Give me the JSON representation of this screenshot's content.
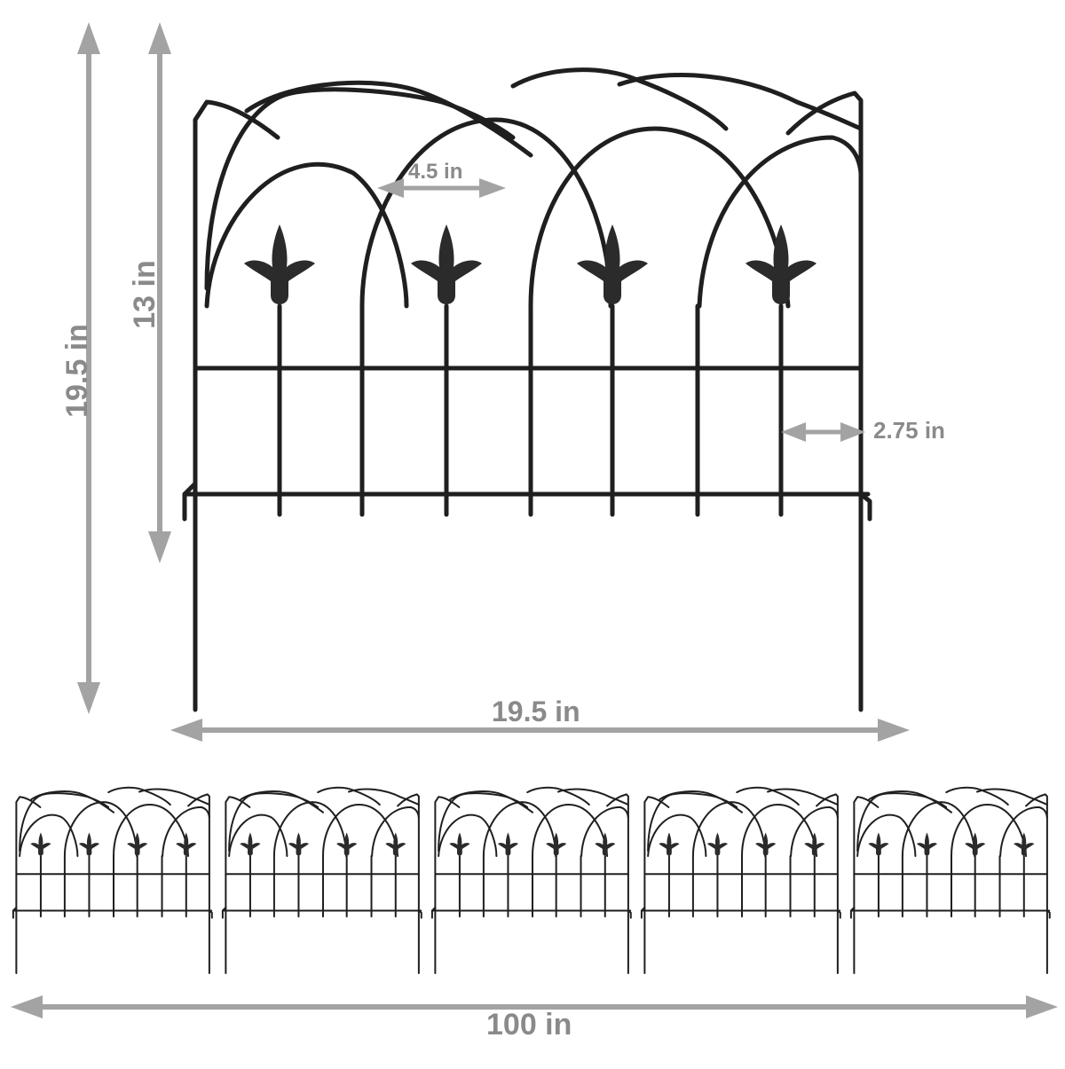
{
  "colors": {
    "fence": "#1f1f1f",
    "finial": "#2b2b2b",
    "arrow": "#a3a3a3",
    "label": "#8a8a8a",
    "background": "#ffffff"
  },
  "dimensions": {
    "total_height": "19.5 in",
    "fence_height": "13 in",
    "arch_gap": "4.5 in",
    "picket_spacing": "2.75 in",
    "panel_width": "19.5 in",
    "total_length": "100 in"
  },
  "bottom_row": {
    "panel_count": 5
  },
  "icons": {
    "finial": "fleur-de-lis-finial-icon"
  }
}
